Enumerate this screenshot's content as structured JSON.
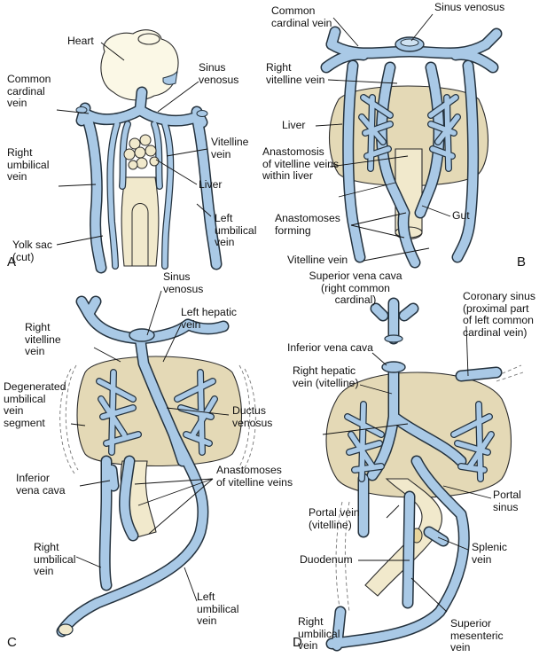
{
  "panels": {
    "a": "A",
    "b": "B",
    "c": "C",
    "d": "D"
  },
  "colors": {
    "vein": "#a9c9e6",
    "vein_edge": "#24323e",
    "liver": "#e4d9b6",
    "heart": "#fbf8e6",
    "gut": "#f1e9cc"
  },
  "icons": {
    "vein_network": "vein-network",
    "liver": "liver-organ",
    "heart": "heart-organ",
    "gut": "gut-tube",
    "leader": "leader-line"
  },
  "labels": {
    "heart": "Heart",
    "common_cardinal_a": "Common\ncardinal\nvein",
    "sinus_venosus_a": "Sinus\nvenosus",
    "vitelline_vein_a": "Vitelline\nvein",
    "right_umbilical_a": "Right\numbilical\nvein",
    "liver_a": "Liver",
    "left_umbilical_a": "Left\numbilical\nvein",
    "yolk_sac": "Yolk sac\n(cut)",
    "common_cardinal_b": "Common\ncardinal vein",
    "sinus_venosus_b": "Sinus venosus",
    "right_vitelline_b": "Right\nvitelline vein",
    "liver_b": "Liver",
    "anastomosis_b": "Anastomosis\nof vitelline veins\nwithin liver",
    "anastomoses_forming": "Anastomoses\nforming",
    "gut": "Gut",
    "vitelline_vein_b": "Vitelline vein",
    "sinus_venosus_c": "Sinus\nvenosus",
    "left_hepatic": "Left hepatic\nvein",
    "right_vitelline_c": "Right\nvitelline\nvein",
    "degenerated": "Degenerated\numbilical\nvein\nsegment",
    "ductus": "Ductus\nvenosus",
    "ivc_c": "Inferior\nvena cava",
    "anastomoses_c": "Anastomoses\nof vitelline veins",
    "right_umbilical_c": "Right\numbilical\nvein",
    "left_umbilical_c": "Left\numbilical\nvein",
    "svc": "Superior vena cava\n(right common\ncardinal)",
    "coronary_sinus": "Coronary sinus\n(proximal part\nof left common\ncardinal vein)",
    "ivc_d": "Inferior vena cava",
    "right_hepatic": "Right hepatic\nvein (vitelline)",
    "portal_sinus": "Portal\nsinus",
    "portal_vein": "Portal vein\n(vitelline)",
    "splenic": "Splenic\nvein",
    "duodenum": "Duodenum",
    "right_umbilical_d": "Right\numbilical\nvein",
    "superior_mesenteric": "Superior\nmesenteric\nvein"
  }
}
